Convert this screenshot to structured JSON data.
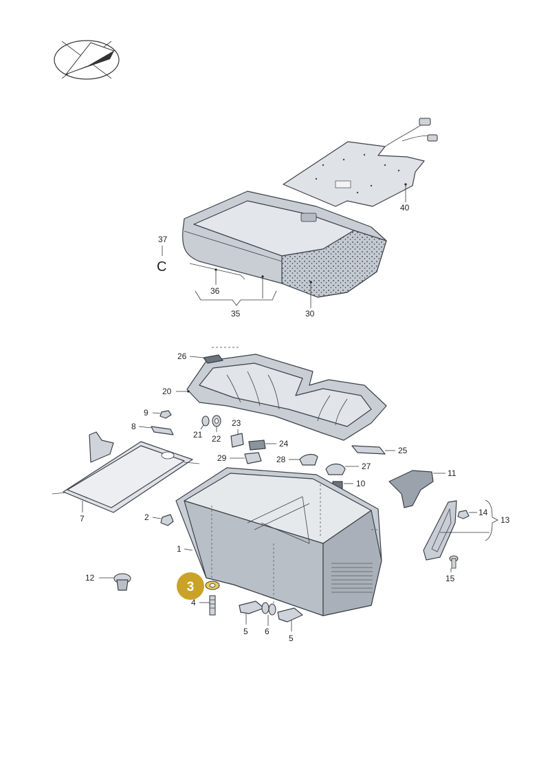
{
  "labels": {
    "p1": "1",
    "p2": "2",
    "p4": "4",
    "p5a": "5",
    "p5b": "5",
    "p6": "6",
    "p7": "7",
    "p8": "8",
    "p9": "9",
    "p10": "10",
    "p11": "11",
    "p12": "12",
    "p13": "13",
    "p14": "14",
    "p15": "15",
    "p20": "20",
    "p21": "21",
    "p22": "22",
    "p23": "23",
    "p24": "24",
    "p25": "25",
    "p26": "26",
    "p27": "27",
    "p28": "28",
    "p29": "29",
    "p30": "30",
    "p35": "35",
    "p36": "36",
    "p37": "37",
    "p37_clip": "C",
    "p40": "40"
  },
  "highlight": {
    "label": "3",
    "fill": "#c9a227",
    "ring": "#e8c95a"
  },
  "colors": {
    "part_fill": "#d7dbe0",
    "part_dark": "#a9b0b9",
    "foam_fill": "#c4cad1"
  }
}
